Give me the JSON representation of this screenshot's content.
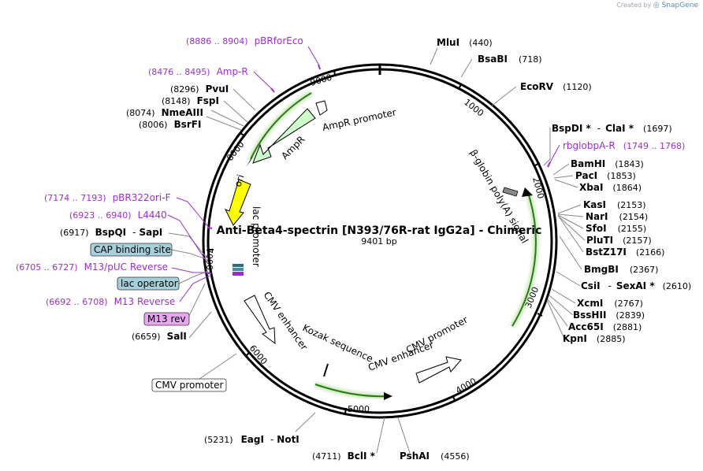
{
  "credit": {
    "prefix": "Created by",
    "brand": "SnapGene"
  },
  "plasmid": {
    "name": "Anti-Beta4-spectrin [N393/76R-rat IgG2a] - Chimeric",
    "length": "9401 bp"
  },
  "ticks": [
    "1000",
    "2000",
    "3000",
    "4000",
    "5000",
    "6000",
    "7000",
    "8000",
    "9000"
  ],
  "sites": [
    {
      "name": "MluI",
      "pos": "(440)"
    },
    {
      "name": "BsaBI",
      "pos": "(718)"
    },
    {
      "name": "EcoRV",
      "pos": "(1120)"
    },
    {
      "name": "BspDI *",
      "name2": "ClaI *",
      "pos": "(1697)"
    },
    {
      "name": "BamHI",
      "pos": "(1843)"
    },
    {
      "name": "PacI",
      "pos": "(1853)"
    },
    {
      "name": "XbaI",
      "pos": "(1864)"
    },
    {
      "name": "KasI",
      "pos": "(2153)"
    },
    {
      "name": "NarI",
      "pos": "(2154)"
    },
    {
      "name": "SfoI",
      "pos": "(2155)"
    },
    {
      "name": "PluTI",
      "pos": "(2157)"
    },
    {
      "name": "BstZ17I",
      "pos": "(2166)"
    },
    {
      "name": "BmgBI",
      "pos": "(2367)"
    },
    {
      "name": "CsiI",
      "name2": "SexAI *",
      "pos": "(2610)"
    },
    {
      "name": "XcmI",
      "pos": "(2767)"
    },
    {
      "name": "BssHII",
      "pos": "(2839)"
    },
    {
      "name": "Acc65I",
      "pos": "(2881)"
    },
    {
      "name": "KpnI",
      "pos": "(2885)"
    },
    {
      "name": "PshAI",
      "pos": "(4556)"
    },
    {
      "name": "BclI *",
      "pos": "(4711)"
    },
    {
      "name": "EagI",
      "name2": "NotI",
      "pos": "(5231)"
    },
    {
      "name": "SalI",
      "pos": "(6659)"
    },
    {
      "name": "BspQI",
      "name2": "SapI",
      "pos": "(6917)"
    },
    {
      "name": "BsrFI",
      "pos": "(8006)"
    },
    {
      "name": "NmeAIII",
      "pos": "(8074)"
    },
    {
      "name": "FspI",
      "pos": "(8148)"
    },
    {
      "name": "PvuI",
      "pos": "(8296)"
    }
  ],
  "primers": [
    {
      "name": "pBRforEco",
      "range": "(8886 .. 8904)"
    },
    {
      "name": "Amp-R",
      "range": "(8476 .. 8495)"
    },
    {
      "name": "rbglobpA-R",
      "range": "(1749 .. 1768)"
    },
    {
      "name": "pBR322ori-F",
      "range": "(7174 .. 7193)"
    },
    {
      "name": "L4440",
      "range": "(6923 .. 6940)"
    },
    {
      "name": "M13/pUC Reverse",
      "range": "(6705 .. 6727)"
    },
    {
      "name": "M13 Reverse",
      "range": "(6692 .. 6708)"
    }
  ],
  "boxed_features": [
    "CAP binding site",
    "lac operator",
    "M13 rev",
    "CMV promoter"
  ],
  "features": {
    "ampr_promoter": "AmpR promoter",
    "ampr": "AmpR",
    "ori": "ori",
    "lac_promoter": "lac promoter",
    "globin_polya": "β-globin poly(A) signal",
    "cmv_enhancer_left": "CMV enhancer",
    "kozak": "Kozak sequence",
    "cmv_enhancer_right": "CMV enhancer",
    "cmv_promoter_right": "CMV promoter"
  },
  "colors": {
    "ampr": "#ccffcc",
    "ori": "#ffff00",
    "primer": "#9b30c8",
    "highlight_green": "#66bb33",
    "box_teal": "#a6d1dc",
    "box_pink": "#e8a6f0"
  }
}
